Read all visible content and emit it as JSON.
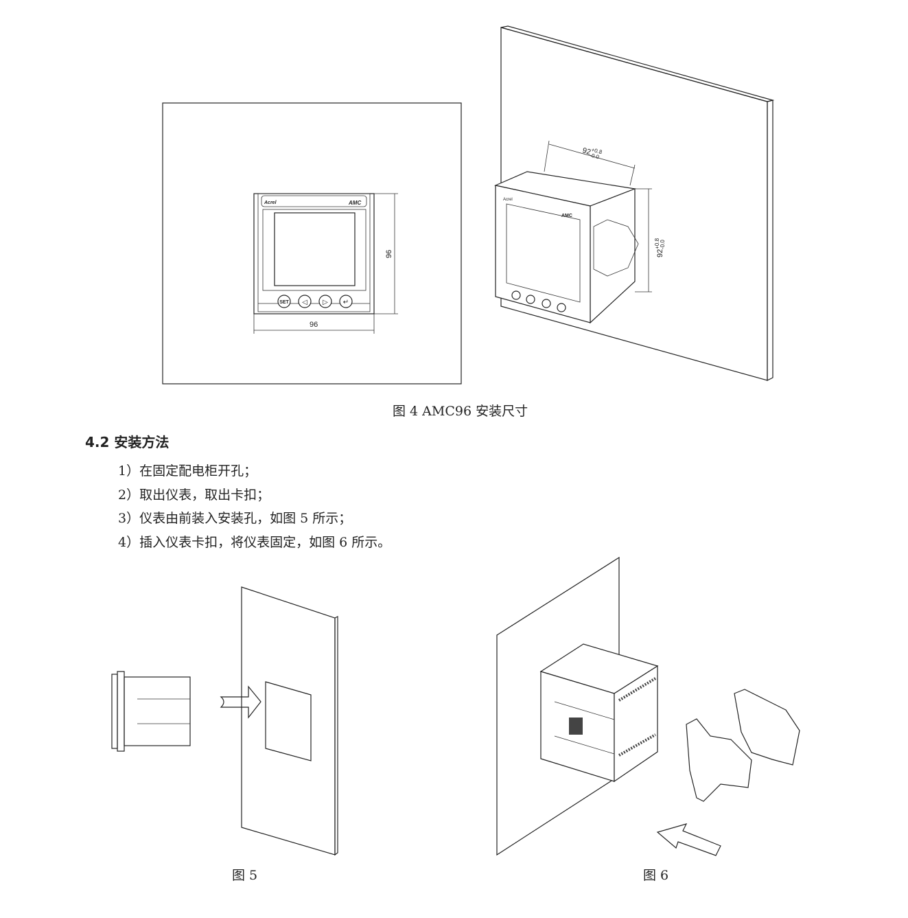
{
  "figure4": {
    "caption": "图 4 AMC96 安装尺寸",
    "front_view": {
      "brand": "Acrel",
      "model": "AMC",
      "buttons": [
        "SET",
        "◁",
        "▷",
        "↵"
      ],
      "width_label": "96",
      "height_label": "96"
    },
    "perspective_view": {
      "cutout_width_label": "92",
      "cutout_height_label": "92",
      "tolerance_upper": "+0.8",
      "tolerance_lower": "-0.0",
      "brand": "Acrel",
      "model": "AMC"
    }
  },
  "section": {
    "heading": "4.2 安装方法",
    "steps": [
      "1）在固定配电柜开孔；",
      "2）取出仪表，取出卡扣；",
      "3）仪表由前装入安装孔，如图 5 所示；",
      "4）插入仪表卡扣，将仪表固定，如图 6 所示。"
    ]
  },
  "figure5": {
    "caption": "图 5"
  },
  "figure6": {
    "caption": "图 6"
  }
}
